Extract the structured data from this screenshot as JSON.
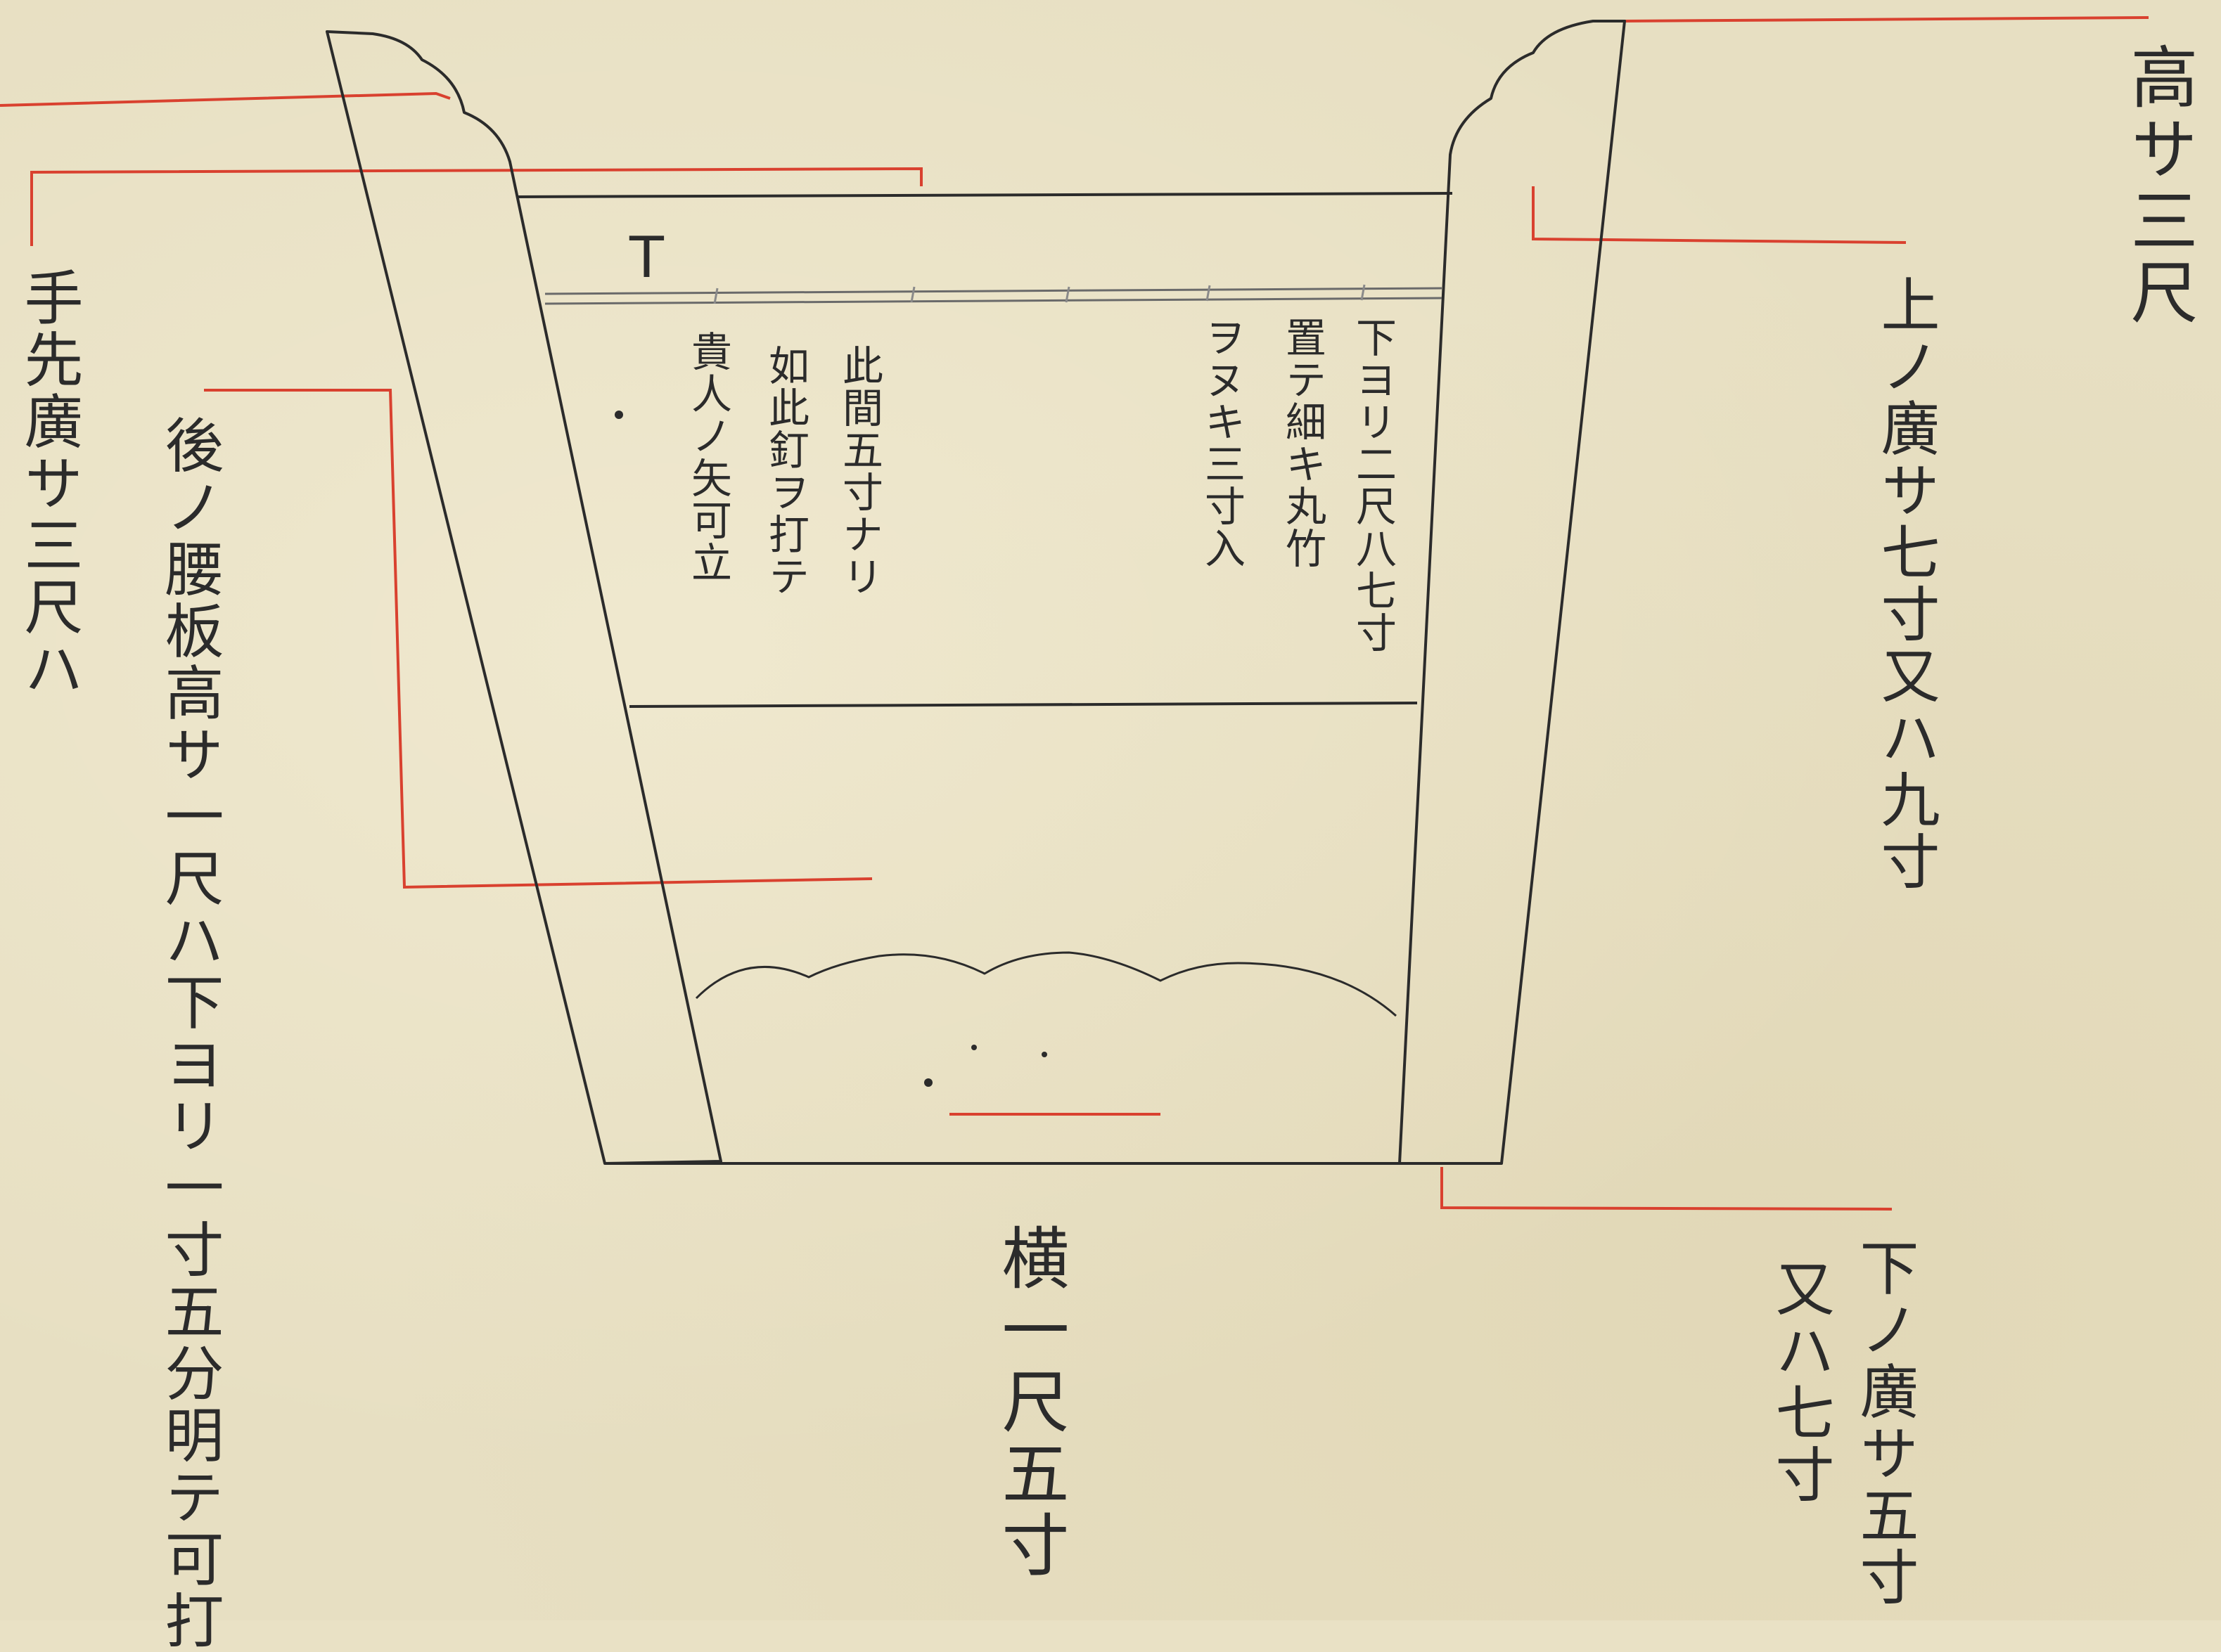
{
  "labels": {
    "height": "高サ三尺",
    "top_width": "上ノ廣サ七寸又ハ九寸",
    "bottom_width": "下ノ廣サ五寸",
    "bottom_width_alt": "又ハ七寸",
    "hand_width": "手先廣サ三尺ハ",
    "back_board": "後ノ腰板高サ一尺ハ下ヨリ一寸五分明テ可打",
    "length": "横一尺五寸",
    "t_mark": "T"
  },
  "notes": {
    "col1": "下ヨリ二尺八七寸",
    "col2": "置テ細キ丸竹",
    "col3": "ヲヌキ三寸入",
    "col4": "此間五寸ナリ",
    "col5": "如此釘ヲ打テ",
    "col6": "貴人ノ矢可立"
  },
  "colors": {
    "paper": "#e7dfc2",
    "ink": "#2b2b2b",
    "red_line": "#d9412f"
  }
}
